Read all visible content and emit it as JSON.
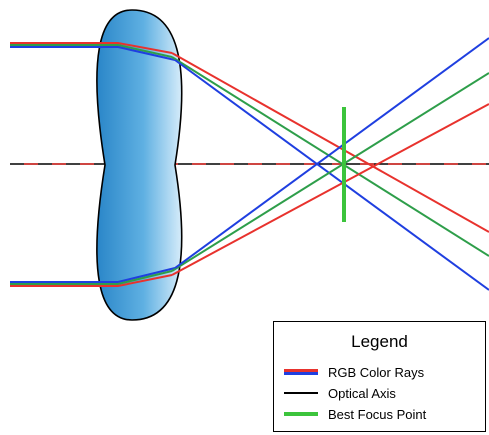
{
  "colors": {
    "red": "#e8322d",
    "green": "#2e9e4a",
    "blue": "#1f3fe0",
    "axis": "#000000",
    "focus": "#3cc43c",
    "lens_dark": "#2f8fd0",
    "lens_light": "#cfe8f8"
  },
  "legend": {
    "title": "Legend",
    "items": [
      {
        "label": "RGB Color Rays",
        "swatch": "red-blue"
      },
      {
        "label": "Optical Axis",
        "swatch": "black"
      },
      {
        "label": "Best Focus Point",
        "swatch": "green"
      }
    ]
  }
}
